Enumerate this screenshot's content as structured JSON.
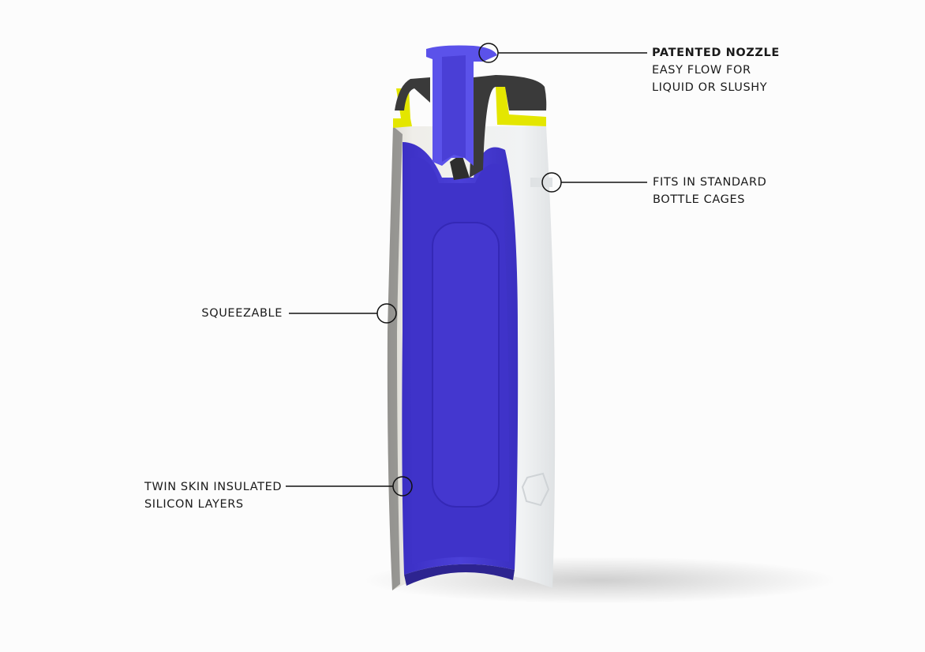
{
  "callouts": {
    "nozzle": {
      "title": "PATENTED NOZZLE",
      "line1": "EASY FLOW FOR",
      "line2": "LIQUID OR SLUSHY"
    },
    "cages": {
      "line1": "FITS IN STANDARD",
      "line2": "BOTTLE CAGES"
    },
    "squeeze": {
      "line1": "SQUEEZABLE"
    },
    "skin": {
      "line1": "TWIN SKIN INSULATED",
      "line2": "SILICON LAYERS"
    }
  },
  "colors": {
    "inner": "#4a3fd6",
    "shell": "#eceeee",
    "cap": "#3a3a3a",
    "accent": "#e4e600"
  }
}
